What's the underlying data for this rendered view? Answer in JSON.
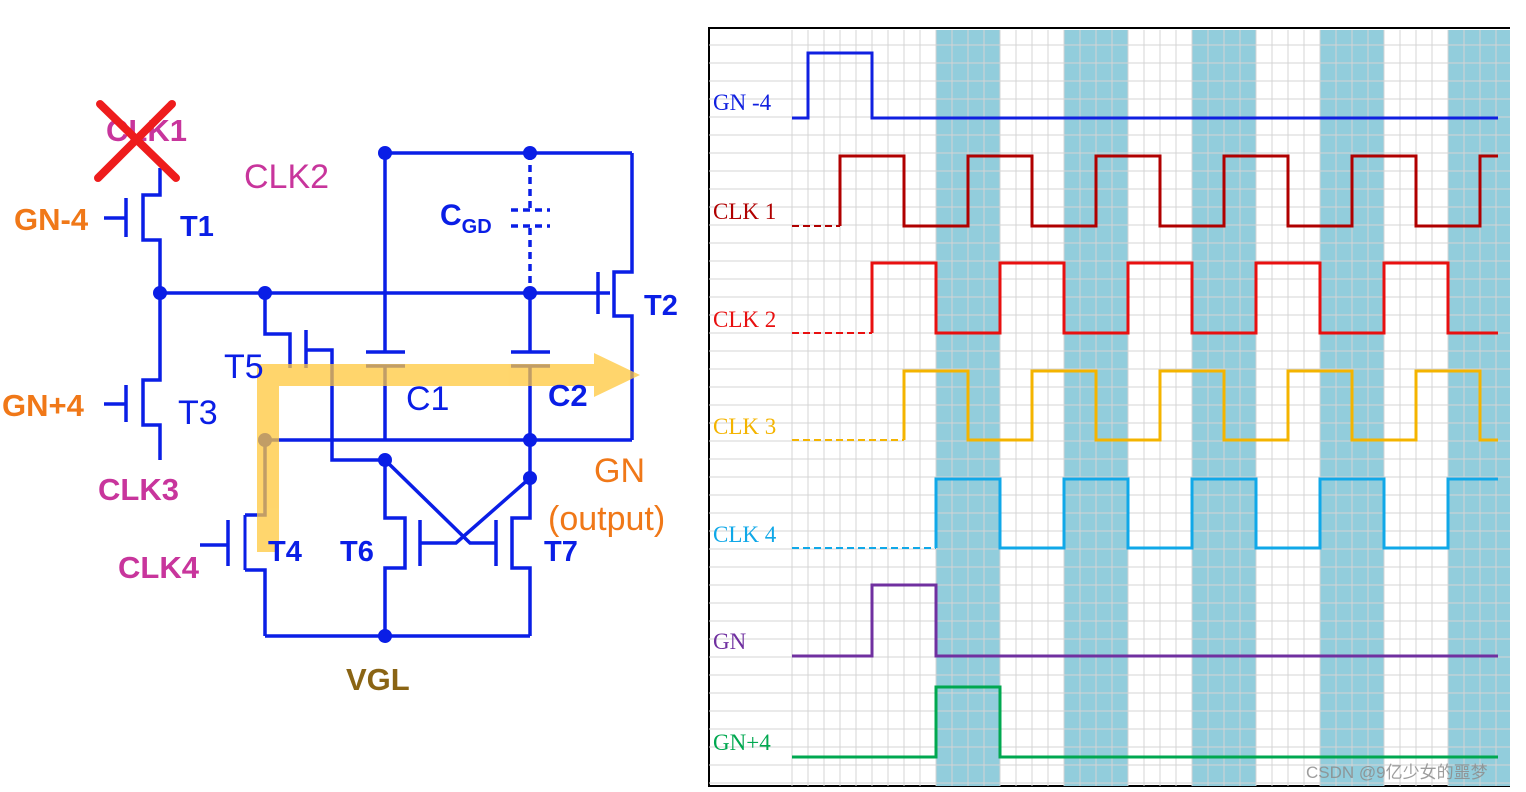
{
  "circuit": {
    "labels": {
      "clk1": "CLK1",
      "clk2": "CLK2",
      "cgd_main": "C",
      "cgd_sub": "GD",
      "gn_m4": "GN-4",
      "t1": "T1",
      "t2": "T2",
      "t3": "T3",
      "t4": "T4",
      "t5": "T5",
      "t6": "T6",
      "t7": "T7",
      "c1": "C1",
      "c2": "C2",
      "gn_p4": "GN+4",
      "clk3": "CLK3",
      "clk4": "CLK4",
      "gn": "GN",
      "output": "(output)",
      "vgl": "VGL"
    },
    "colors": {
      "wire": "#0a1ee6",
      "magenta": "#c8359c",
      "orange": "#f07818",
      "brown": "#8a6414",
      "cross": "#ee1c1c",
      "path_arrow": "#ffc83c"
    }
  },
  "timing": {
    "signals": [
      {
        "label": "GN -4",
        "color": "#1020e0"
      },
      {
        "label": "CLK 1",
        "color": "#b00000"
      },
      {
        "label": "CLK 2",
        "color": "#e81010"
      },
      {
        "label": "CLK 3",
        "color": "#f4b400"
      },
      {
        "label": "CLK 4",
        "color": "#10a8e8"
      },
      {
        "label": "GN",
        "color": "#7030a0"
      },
      {
        "label": "GN+4",
        "color": "#00a850"
      }
    ],
    "band_color": "#92cddc"
  },
  "watermark": "CSDN @9亿少女的噩梦"
}
